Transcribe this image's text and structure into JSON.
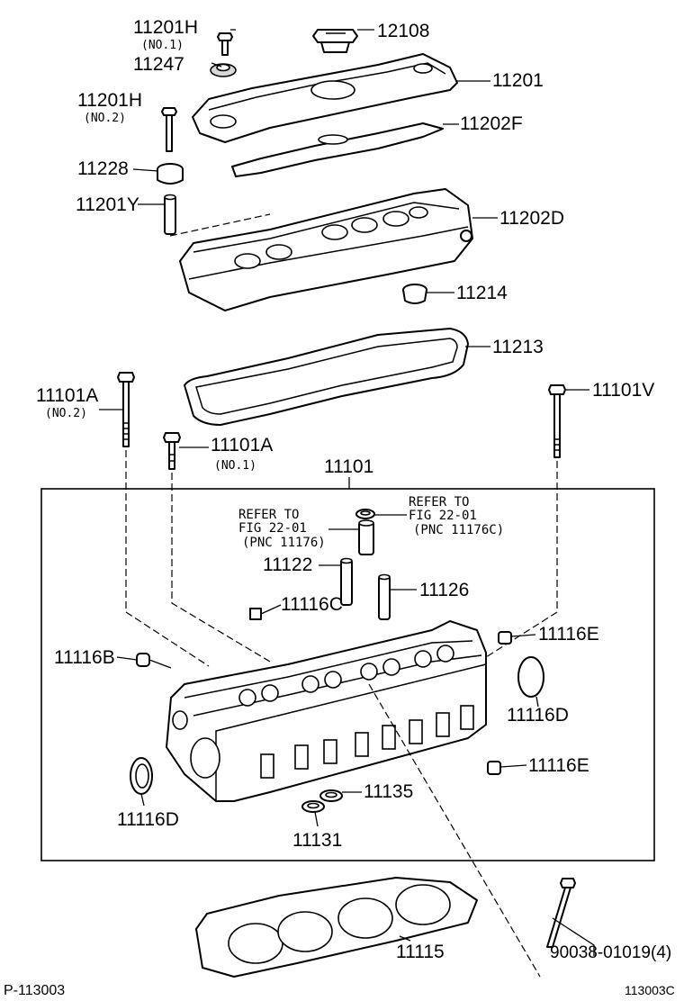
{
  "labels": {
    "p11201h_1": "11201H",
    "p11201h_1_sub": "(NO.1)",
    "p12108": "12108",
    "p11247": "11247",
    "p11201": "11201",
    "p11201h_2": "11201H",
    "p11201h_2_sub": "(NO.2)",
    "p11202f": "11202F",
    "p11228": "11228",
    "p11201y": "11201Y",
    "p11202d": "11202D",
    "p11214": "11214",
    "p11213": "11213",
    "p11101a_2": "11101A",
    "p11101a_2_sub": "(NO.2)",
    "p11101v": "11101V",
    "p11101a_1": "11101A",
    "p11101a_1_sub": "(NO.1)",
    "p11101": "11101",
    "ref1_line1": "REFER TO",
    "ref1_line2": "FIG 22-01",
    "ref1_line3": "(PNC 11176)",
    "ref2_line1": "REFER TO",
    "ref2_line2": "FIG 22-01",
    "ref2_line3": "(PNC 11176C)",
    "p11122": "11122",
    "p11126": "11126",
    "p11116c": "11116C",
    "p11116e_top": "11116E",
    "p11116b": "11116B",
    "p11116d_right": "11116D",
    "p11116e_bottom": "11116E",
    "p11135": "11135",
    "p11116d_left": "11116D",
    "p11131": "11131",
    "p11115": "11115",
    "p90038": "90038-01019(4)"
  },
  "footer": {
    "left_code": "P-113003",
    "right_code": "113003C"
  }
}
